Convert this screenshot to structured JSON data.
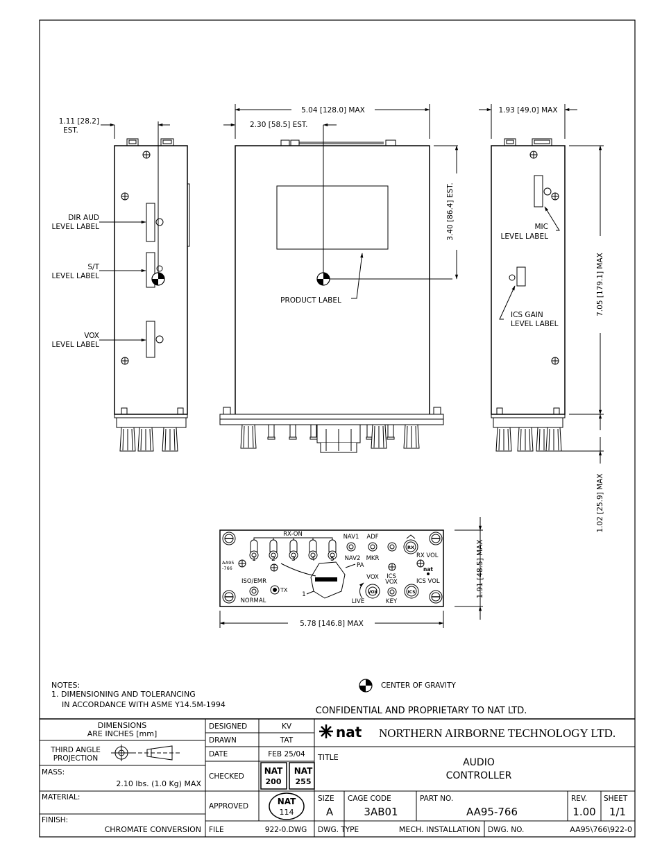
{
  "dimensions": {
    "left_depth": "1.11 [28.2]",
    "left_depth_est": "EST.",
    "front_width": "5.04 [128.0] MAX",
    "front_offset": "2.30 [58.5] EST.",
    "right_width": "1.93 [49.0] MAX",
    "label_height": "3.40 [86.4] EST.",
    "overall_height": "7.05 [179.1] MAX",
    "knob_depth": "1.02 [25.9] MAX",
    "panel_height": "1.91 [48.5] MAX",
    "panel_width": "5.78 [146.8] MAX"
  },
  "labels": {
    "dir_aud_1": "DIR AUD",
    "dir_aud_2": "LEVEL LABEL",
    "st_1": "S/T",
    "st_2": "LEVEL LABEL",
    "vox_1": "VOX",
    "vox_2": "LEVEL LABEL",
    "product": "PRODUCT LABEL",
    "mic_1": "MIC",
    "mic_2": "LEVEL LABEL",
    "ics_1": "ICS GAIN",
    "ics_2": "LEVEL LABEL"
  },
  "panel": {
    "rx_on": "RX-ON",
    "sw1": "1",
    "sw2": "2",
    "sw3": "3",
    "sw4": "4",
    "sw5": "5",
    "nav1": "NAV1",
    "adf": "ADF",
    "nav2": "NAV2",
    "mkr": "MKR",
    "pa": "PA",
    "rx": "RX",
    "rx_vol": "RX VOL",
    "model_1": "AA95",
    "model_2": "-766",
    "iso_emr": "ISO/EMR",
    "normal": "NORMAL",
    "tx": "TX",
    "rot_1": "1",
    "vox": "VOX",
    "live": "LIVE",
    "vox_knob": "VOX",
    "ics_vox_1": "ICS",
    "ics_vox_2": "VOX",
    "key": "KEY",
    "ics_knob": "ICS",
    "ics_vol": "ICS VOL",
    "logo": "nat"
  },
  "notes": {
    "title": "NOTES:",
    "line1": "1. DIMENSIONING AND TOLERANCING",
    "line2": "IN ACCORDANCE WITH ASME Y14.5M-1994"
  },
  "cog_label": "CENTER OF GRAVITY",
  "confidential": "CONFIDENTIAL AND PROPRIETARY TO NAT LTD.",
  "title_block": {
    "dimensions_1": "DIMENSIONS",
    "dimensions_2": "ARE INCHES [mm]",
    "projection_1": "THIRD ANGLE",
    "projection_2": "PROJECTION",
    "mass_label": "MASS:",
    "mass_value": "2.10 lbs. (1.0 Kg) MAX",
    "material_label": "MATERIAL:",
    "finish_label": "FINISH:",
    "finish_value": "CHROMATE CONVERSION",
    "designed_label": "DESIGNED",
    "designed_value": "KV",
    "drawn_label": "DRAWN",
    "drawn_value": "TAT",
    "date_label": "DATE",
    "date_value": "FEB 25/04",
    "checked_label": "CHECKED",
    "nat200_1": "NAT",
    "nat200_2": "200",
    "nat255_1": "NAT",
    "nat255_2": "255",
    "approved_label": "APPROVED",
    "nat114_1": "NAT",
    "nat114_2": "114",
    "file_label": "FILE",
    "file_value": "922-0.DWG",
    "logo": "nat",
    "company": "NORTHERN AIRBORNE TECHNOLOGY LTD.",
    "title_label": "TITLE",
    "title_1": "AUDIO",
    "title_2": "CONTROLLER",
    "size_label": "SIZE",
    "size_value": "A",
    "cage_label": "CAGE CODE",
    "cage_value": "3AB01",
    "part_label": "PART NO.",
    "part_value": "AA95-766",
    "rev_label": "REV.",
    "rev_value": "1.00",
    "sheet_label": "SHEET",
    "sheet_value": "1/1",
    "dwg_type_label": "DWG. TYPE",
    "dwg_type_value": "MECH. INSTALLATION",
    "dwg_no_label": "DWG. NO.",
    "dwg_no_value": "AA95\\766\\922-0"
  }
}
